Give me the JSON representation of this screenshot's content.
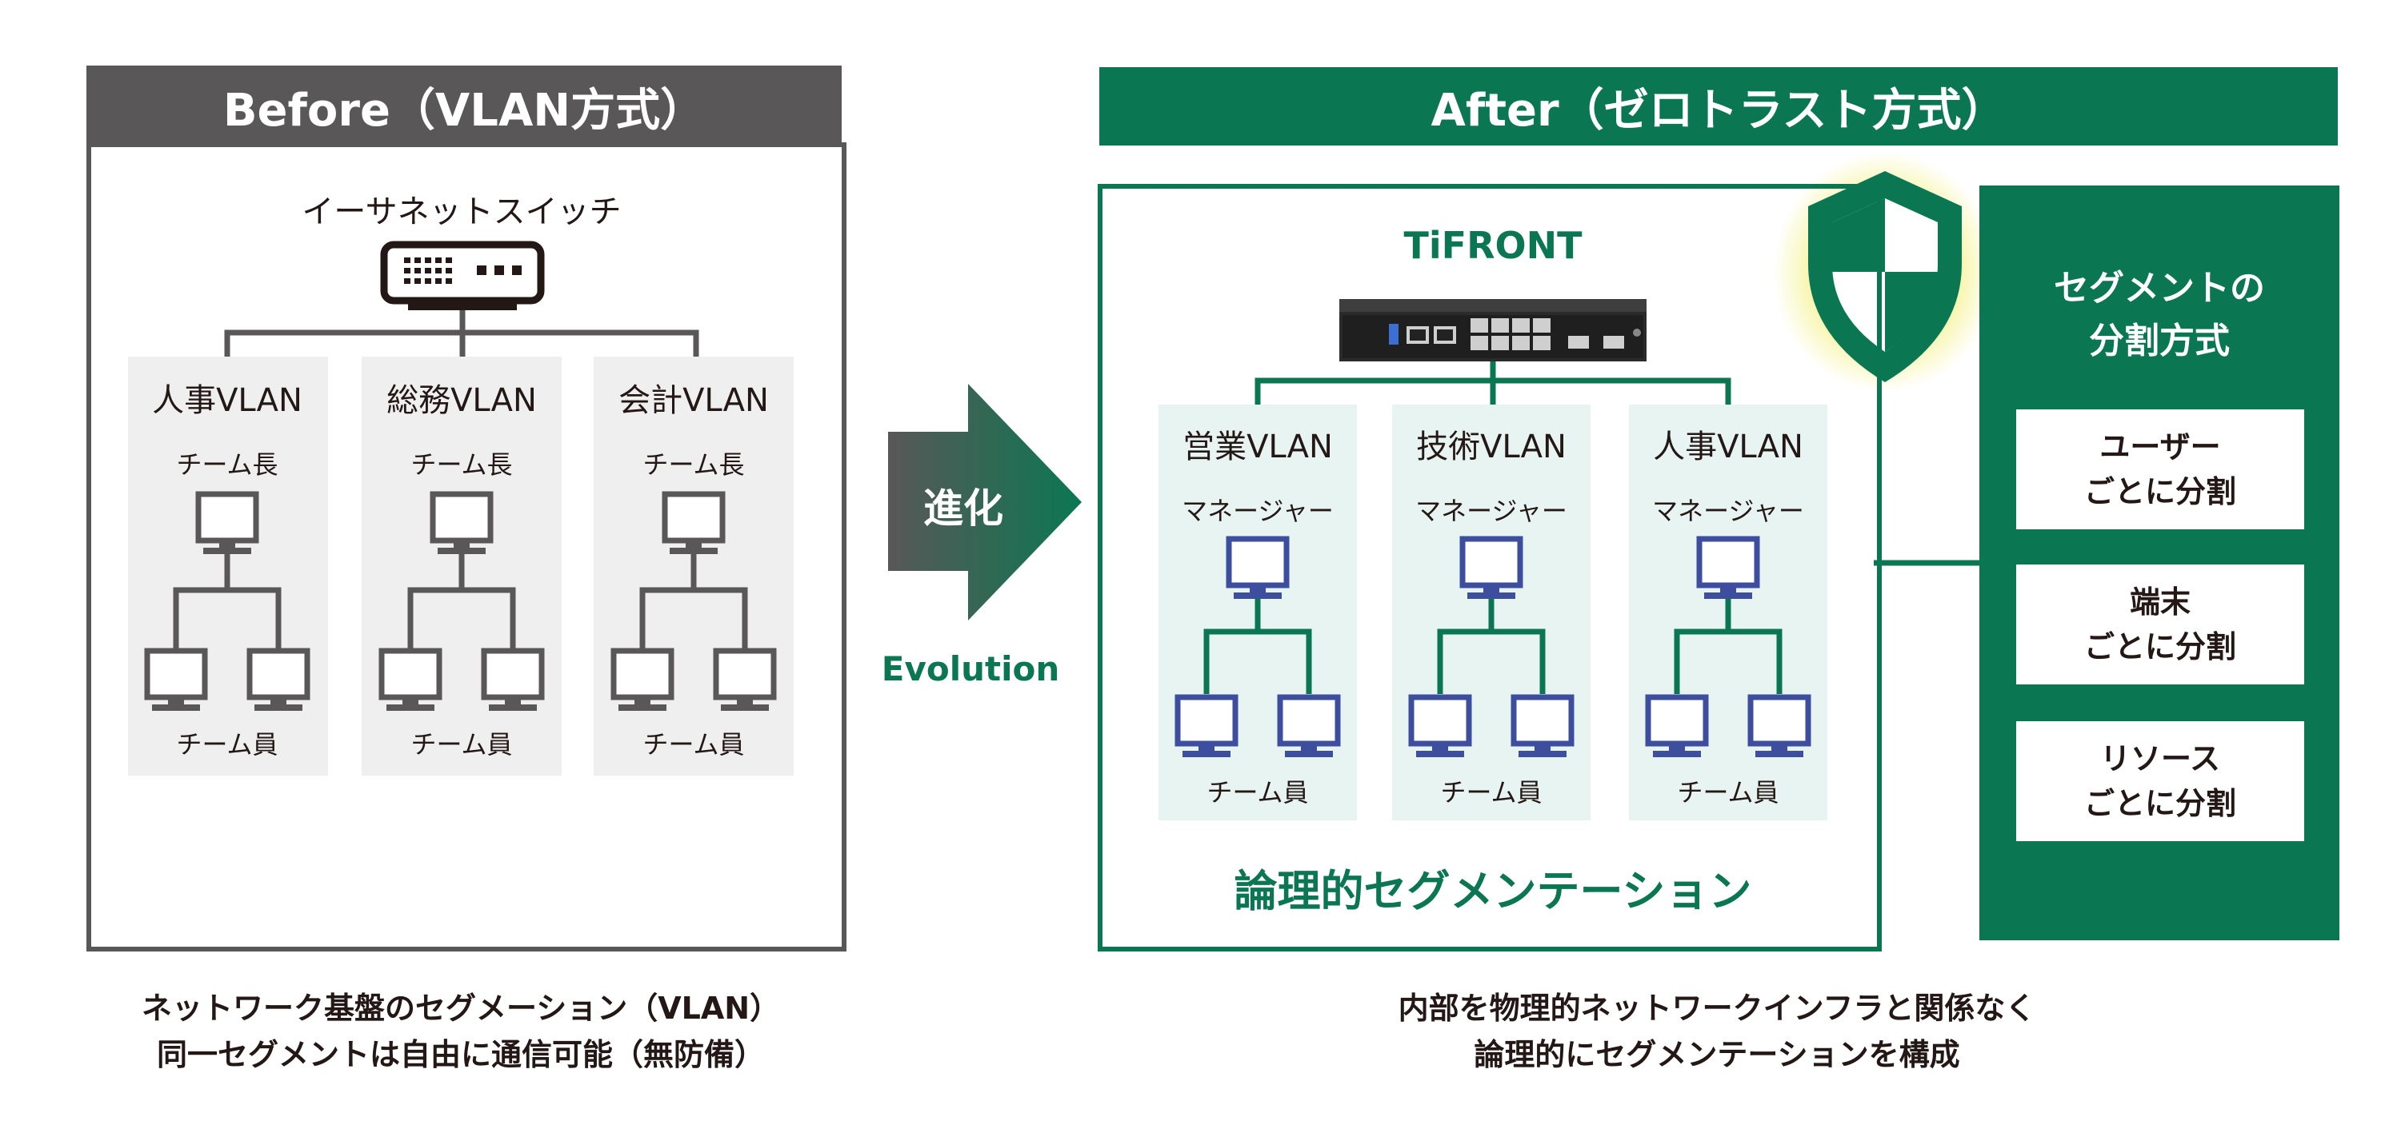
{
  "before": {
    "header": "Before（VLAN方式）",
    "switch_label": "イーサネットスイッチ",
    "departments": [
      {
        "name": "人事VLAN",
        "leader": "チーム長",
        "members": "チーム員"
      },
      {
        "name": "総務VLAN",
        "leader": "チーム長",
        "members": "チーム員"
      },
      {
        "name": "会計VLAN",
        "leader": "チーム長",
        "members": "チーム員"
      }
    ],
    "caption_lines": [
      "ネットワーク基盤のセグメーション（VLAN）",
      "同一セグメントは自由に通信可能（無防備）"
    ]
  },
  "evolution": {
    "arrow_label": "進化",
    "sub_label": "Evolution"
  },
  "after": {
    "header": "After（ゼロトラスト方式）",
    "brand": "TiFRONT",
    "device_brand": "TiFRONT",
    "vlans": [
      {
        "name": "営業VLAN",
        "manager": "マネージャー",
        "members": "チーム員"
      },
      {
        "name": "技術VLAN",
        "manager": "マネージャー",
        "members": "チーム員"
      },
      {
        "name": "人事VLAN",
        "manager": "マネージャー",
        "members": "チーム員"
      }
    ],
    "logical_label": "論理的セグメンテーション",
    "segment_panel": {
      "title_lines": [
        "セグメントの",
        "分割方式"
      ],
      "options": [
        {
          "line1": "ユーザー",
          "line2": "ごとに分割"
        },
        {
          "line1": "端末",
          "line2": "ごとに分割"
        },
        {
          "line1": "リソース",
          "line2": "ごとに分割"
        }
      ]
    },
    "caption_lines": [
      "内部を物理的ネットワークインフラと関係なく",
      "論理的にセグメンテーションを構成"
    ]
  },
  "colors": {
    "gray": "#595757",
    "green": "#0b7752",
    "blue": "#3d4e9f",
    "light_gray_bg": "#efefef",
    "light_green_bg": "#e8f4f2"
  }
}
